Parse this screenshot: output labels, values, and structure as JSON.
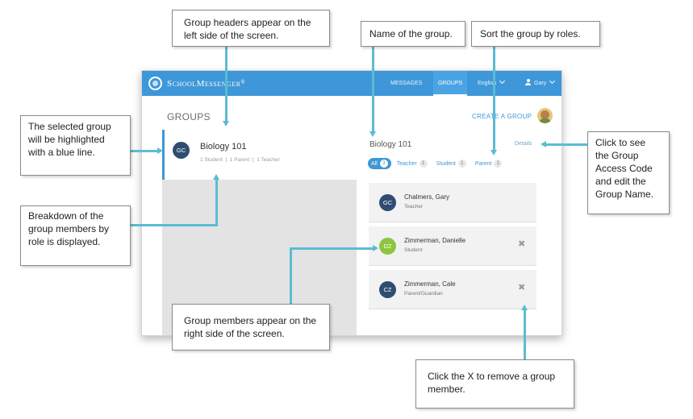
{
  "app": {
    "brand": "SchoolMessenger",
    "brand_suffix": "®",
    "nav": {
      "messages": "MESSAGES",
      "groups": "GROUPS",
      "language": "English",
      "user": "Gary"
    },
    "page_title": "GROUPS",
    "create_group": "CREATE A GROUP",
    "left_panel": {
      "group": {
        "initials": "GC",
        "name": "Biology 101",
        "breakdown": "1 Student  |  1 Parent  |  1 Teacher"
      }
    },
    "right_panel": {
      "title": "Biology 101",
      "details": "Details",
      "filters": [
        {
          "label": "All",
          "count": "3"
        },
        {
          "label": "Teacher",
          "count": "1"
        },
        {
          "label": "Student",
          "count": "1"
        },
        {
          "label": "Parent",
          "count": "1"
        }
      ],
      "members": [
        {
          "initials": "GC",
          "name": "Chalmers, Gary",
          "role": "Teacher",
          "removable": false
        },
        {
          "initials": "DZ",
          "name": "Zimmerman, Danielle",
          "role": "Student",
          "removable": true,
          "remove_glyph": "✖"
        },
        {
          "initials": "CZ",
          "name": "Zimmerman, Cale",
          "role": "Parent/Guardian",
          "removable": true,
          "remove_glyph": "✖"
        }
      ]
    }
  },
  "callouts": {
    "group_headers": "Group headers appear on the left side of the screen.",
    "name_of_group": "Name of the group.",
    "sort_by_roles": "Sort the group by roles.",
    "selected_group": "The selected group will be highlighted with a blue line.",
    "breakdown": "Breakdown of the group members by role is displayed.",
    "details": "Click to see the Group Access Code and edit the Group Name.",
    "members_right": "Group members appear on the right side of the screen.",
    "remove_member": "Click the X to remove a group member."
  },
  "colors": {
    "brand_blue": "#3e97d8",
    "callout_line": "#5bbcd2",
    "avatar_dark": "#2f4d73",
    "avatar_green": "#8cc63f"
  },
  "icons": [
    "logo-icon",
    "chevron-down-icon",
    "user-icon",
    "avatar-photo",
    "close-icon"
  ]
}
